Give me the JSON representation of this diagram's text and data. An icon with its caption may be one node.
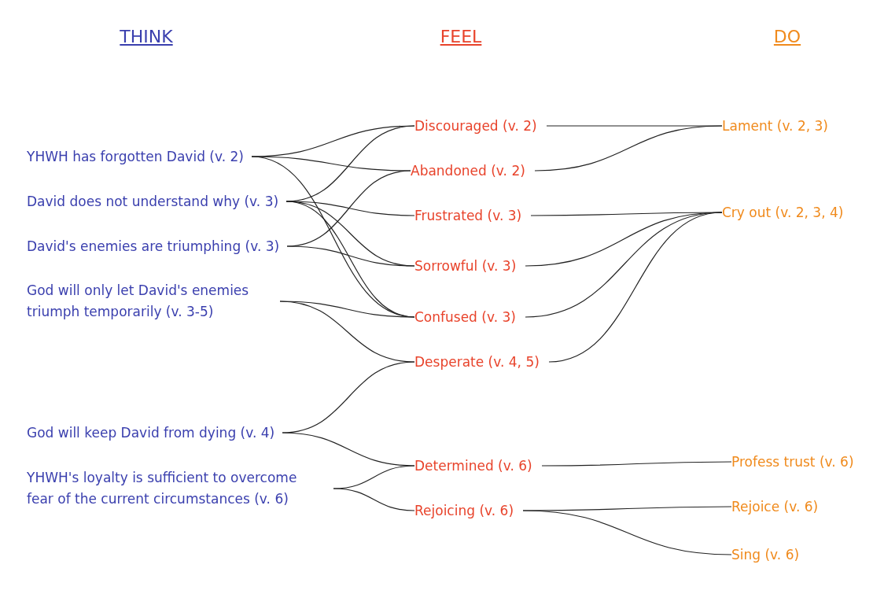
{
  "diagram": {
    "nodes": [
      {
        "text": [
          "YHWH has forgotten David (v. 2)"
        ]
      },
      {
        "text": [
          "David does not understand why (v. 3)"
        ]
      },
      {
        "text": [
          "David's enemies are triumphing  (v. 3)"
        ]
      },
      {
        "text": [
          "God will only let David's enemies triumph temporarily  (v. 3-5)"
        ]
      },
      {
        "text": [
          "God will keep David from dying (v. 4)"
        ]
      },
      {
        "text": [
          "YHWH's loyalty is sufficient to overcome fear of the current circumstances (v. 6)"
        ]
      },
      {
        "text": [
          "Discouraged (v. 2)"
        ]
      },
      {
        "text": [
          "Abandoned (v. 2)"
        ]
      },
      {
        "text": [
          "Frustrated (v. 3)"
        ]
      },
      {
        "text": [
          "Sorrowful (v. 3)"
        ]
      },
      {
        "text": [
          "Confused (v. 3)"
        ]
      },
      {
        "text": [
          "Desperate (v. 4, 5)"
        ]
      },
      {
        "text": [
          "Determined (v. 6)"
        ]
      },
      {
        "text": [
          "Rejoicing (v. 6)"
        ]
      },
      {
        "text": [
          "Lament (v. 2, 3)"
        ]
      },
      {
        "text": [
          "Cry out (v. 2, 3, 4)"
        ]
      },
      {
        "text": [
          "Profess trust (v. 6)"
        ]
      },
      {
        "text": [
          "Rejoice (v. 6)"
        ]
      },
      {
        "text": [
          "Sing (v. 6)"
        ]
      }
    ],
    "edges": [
      {
        "from": 0,
        "to": 6,
        "arrow": "none"
      },
      {
        "from": 0,
        "to": 7,
        "arrow": "none"
      },
      {
        "from": 0,
        "to": 10,
        "arrow": "none"
      },
      {
        "from": 1,
        "to": 6,
        "arrow": "none"
      },
      {
        "from": 1,
        "to": 8,
        "arrow": "none"
      },
      {
        "from": 1,
        "to": 9,
        "arrow": "none"
      },
      {
        "from": 1,
        "to": 10,
        "arrow": "none"
      },
      {
        "from": 2,
        "to": 7,
        "arrow": "none"
      },
      {
        "from": 2,
        "to": 9,
        "arrow": "none"
      },
      {
        "from": 3,
        "to": 10,
        "arrow": "none"
      },
      {
        "from": 3,
        "to": 11,
        "arrow": "none"
      },
      {
        "from": 4,
        "to": 11,
        "arrow": "none"
      },
      {
        "from": 4,
        "to": 12,
        "arrow": "none"
      },
      {
        "from": 5,
        "to": 12,
        "arrow": "none"
      },
      {
        "from": 5,
        "to": 13,
        "arrow": "none"
      },
      {
        "from": 6,
        "to": 14,
        "arrow": "none"
      },
      {
        "from": 7,
        "to": 14,
        "arrow": "none"
      },
      {
        "from": 8,
        "to": 15,
        "arrow": "none"
      },
      {
        "from": 9,
        "to": 15,
        "arrow": "none"
      },
      {
        "from": 10,
        "to": 15,
        "arrow": "none"
      },
      {
        "from": 11,
        "to": 15,
        "arrow": "none"
      },
      {
        "from": 12,
        "to": 16,
        "arrow": "none"
      },
      {
        "from": 13,
        "to": 17,
        "arrow": "none"
      },
      {
        "from": 13,
        "to": 18,
        "arrow": "none"
      }
    ],
    "labels": [
      "THINK",
      "FEEL",
      "DO"
    ]
  }
}
